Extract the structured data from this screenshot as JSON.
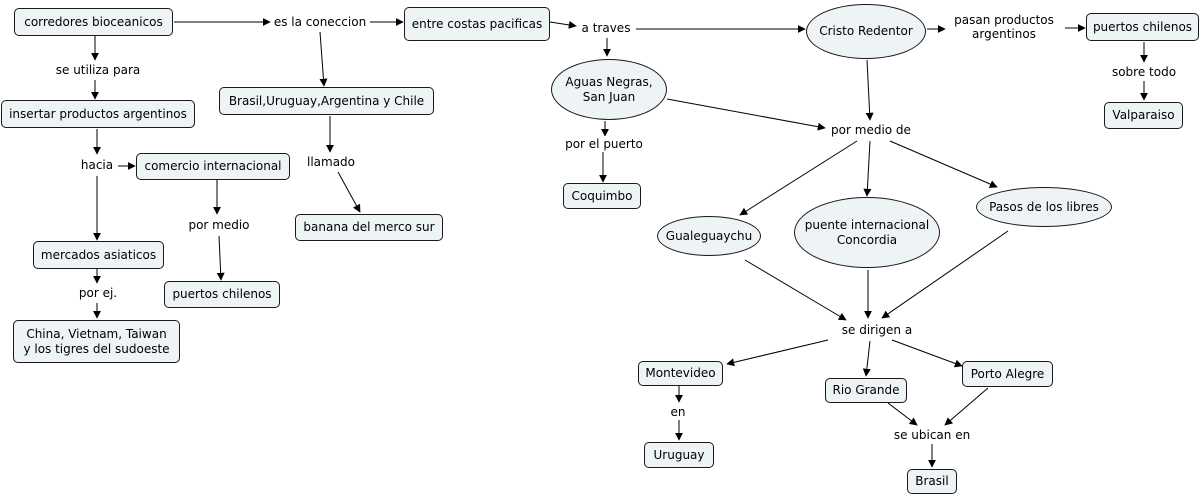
{
  "concepts": {
    "corredores": "corredores bioceanicos",
    "insertar": "insertar productos argentinos",
    "comercio": "comercio internacional",
    "mercados": "mercados asiaticos",
    "china": "China, Vietnam, Taiwan\ny los tigres del sudoeste",
    "puertos1": "puertos chilenos",
    "brasil_uru": "Brasil,Uruguay,Argentina y Chile",
    "banana": "banana del merco sur",
    "costas": "entre costas pacificas",
    "cristo": "Cristo Redentor",
    "puertos2": "puertos chilenos",
    "valparaiso": "Valparaiso",
    "aguas": "Aguas Negras,\nSan Juan",
    "coquimbo": "Coquimbo",
    "gualeguaychu": "Gualeguaychu",
    "concordia": "puente internacional\nConcordia",
    "pasos": "Pasos de los libres",
    "montevideo": "Montevideo",
    "uruguay": "Uruguay",
    "rio_grande": "Rio Grande",
    "porto_alegre": "Porto Alegre",
    "brasil": "Brasil"
  },
  "linking_phrases": {
    "se_utiliza": "se utiliza para",
    "hacia": "hacia",
    "por_ej": "por ej.",
    "por_medio": "por medio",
    "es_la": "es la coneccion",
    "llamado": "llamado",
    "a_traves": "a traves",
    "pasan": "pasan productos\nargentinos",
    "sobre_todo": "sobre todo",
    "por_puerto": "por el puerto",
    "por_medio_de": "por medio de",
    "se_dirigen": "se dirigen a",
    "en": "en",
    "se_ubican": "se ubican en"
  }
}
